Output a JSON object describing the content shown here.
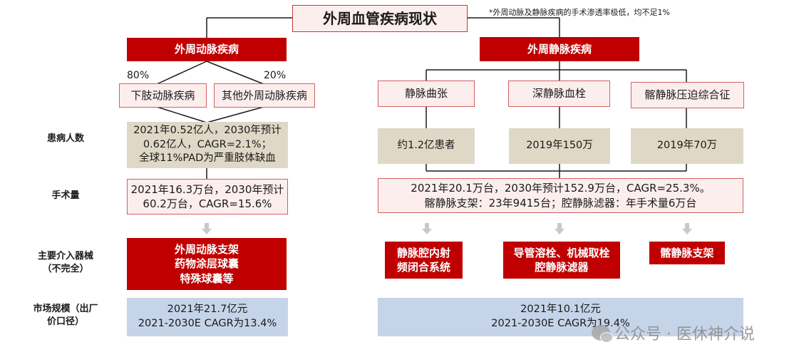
{
  "title": "外周血管疾病现状",
  "footnote": "*外周动脉及静脉疾病的手术渗透率极低，均不足1%",
  "row_labels": {
    "patients": "患病人数",
    "procedures": "手术量",
    "devices": "主要介入器械\n（不完全）",
    "market": "市场规模（出厂\n价口径）"
  },
  "arterial": {
    "header": "外周动脉疾病",
    "pct_left": "80%",
    "pct_right": "20%",
    "sub_left": "下肢动脉疾病",
    "sub_right": "其他外周动脉疾病",
    "patients": "2021年0.52亿人，2030年预计\n0.62亿人，CAGR=2.1%；\n全球11%PAD为严重肢体缺血",
    "procedures": "2021年16.3万台，2030年预计\n60.2万台，CAGR=15.6%",
    "devices": "外周动脉支架\n药物涂层球囊\n特殊球囊等",
    "market": "2021年21.7亿元\n2021-2030E CAGR为13.4%"
  },
  "venous": {
    "header": "外周静脉疾病",
    "sub1": "静脉曲张",
    "sub2": "深静脉血栓",
    "sub3": "髂静脉压迫综合征",
    "patients1": "约1.2亿患者",
    "patients2": "2019年150万",
    "patients3": "2019年70万",
    "procedures": "2021年20.1万台，2030年预计152.9万台，CAGR=25.3%。\n髂静脉支架：23年9415台；腔静脉滤器：年手术量6万台",
    "device1": "静脉腔内射\n频闭合系统",
    "device2": "导管溶栓、机械取栓\n腔静脉滤器",
    "device3": "髂静脉支架",
    "market": "2021年10.1亿元\n2021-2030E CAGR为19.4%"
  },
  "watermark": "公众号 · 医休神介说",
  "colors": {
    "accent_red": "#c00000",
    "pink_fill": "#fdeeee",
    "tan_fill": "#e0d8c6",
    "blue_fill": "#c6d4e9"
  }
}
